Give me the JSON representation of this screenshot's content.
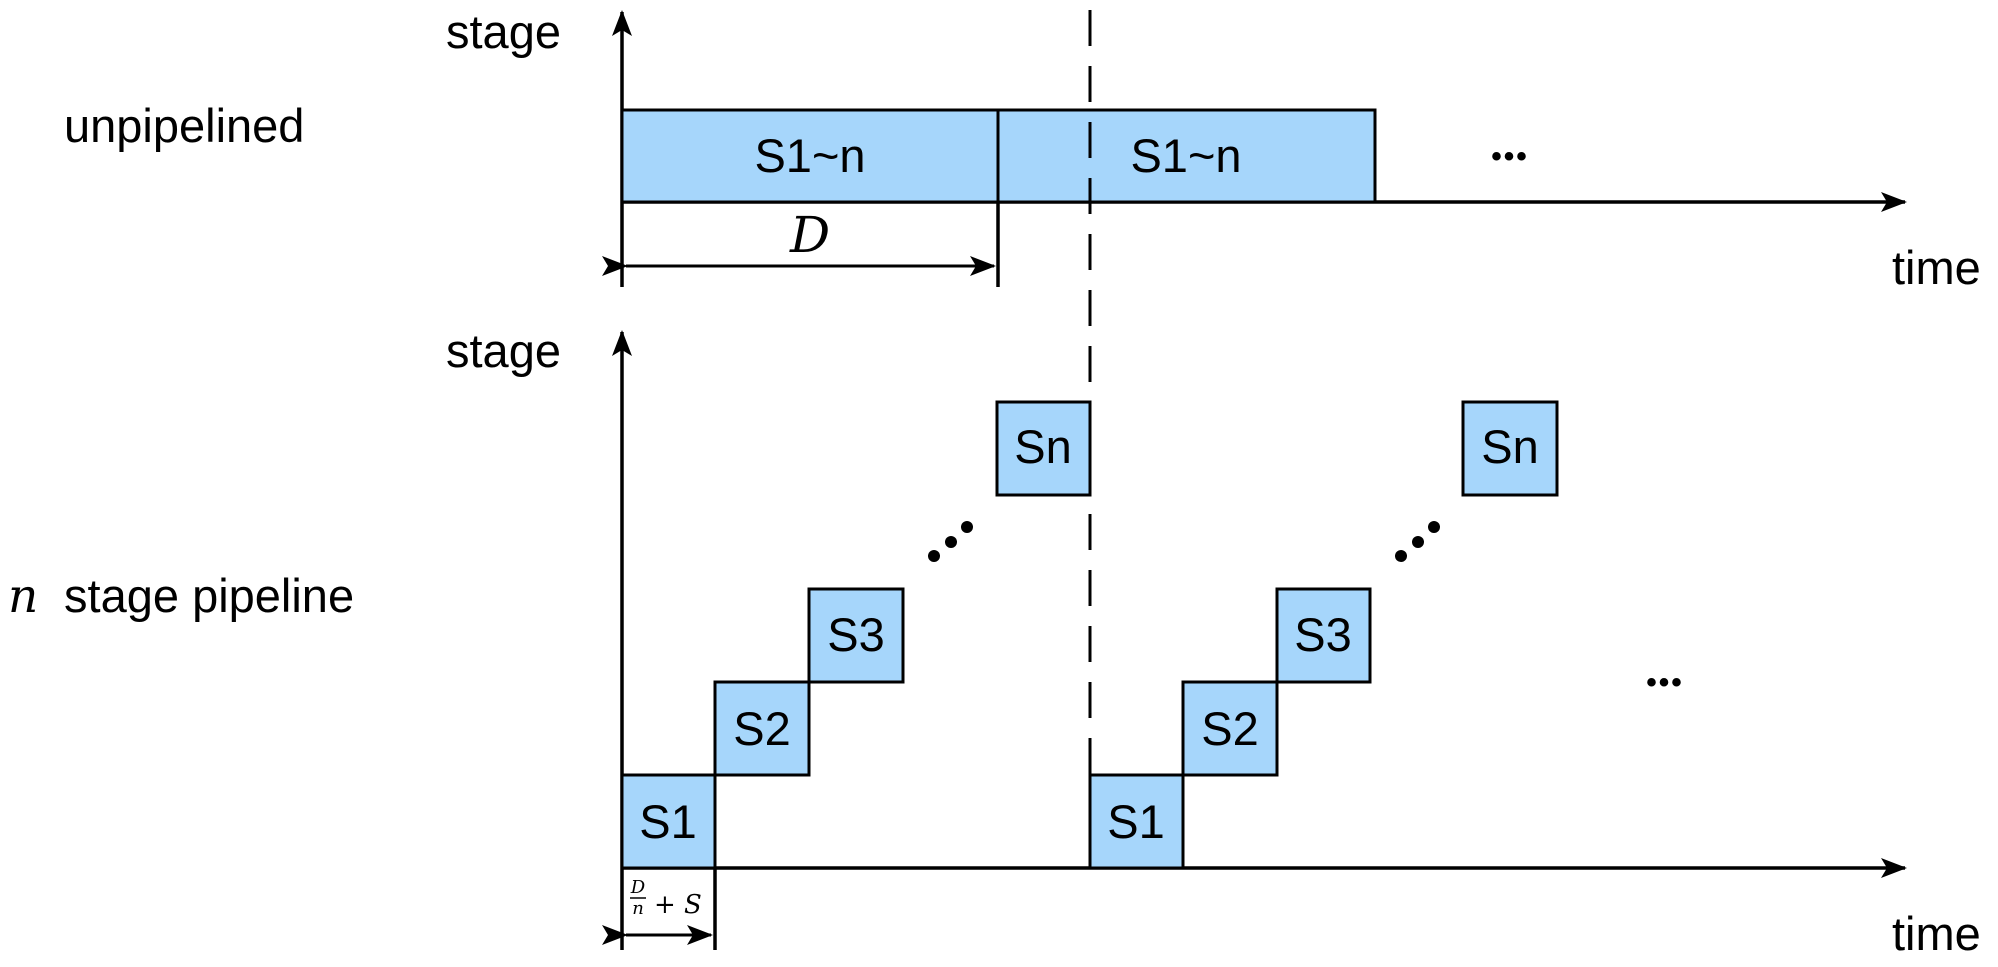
{
  "row_labels": {
    "unpipelined": "unpipelined",
    "pipeline_var": "n",
    "pipeline_rest": "stage pipeline"
  },
  "axes": {
    "top_y": "stage",
    "top_x": "time",
    "bottom_y": "stage",
    "bottom_x": "time"
  },
  "unpipelined_blocks": [
    "S1~n",
    "S1~n"
  ],
  "unpipelined_ellipsis": "•••",
  "duration_label": "D",
  "pipeline_group_1": [
    "S1",
    "S2",
    "S3",
    "Sn"
  ],
  "pipeline_group_2": [
    "S1",
    "S2",
    "S3",
    "Sn"
  ],
  "pipeline_ellipsis": "•••",
  "stage_time_label": {
    "numerator": "D",
    "denominator": "n",
    "rest": "+ S"
  },
  "colors": {
    "box_fill": "#a6d6fb",
    "stroke": "#000000"
  }
}
